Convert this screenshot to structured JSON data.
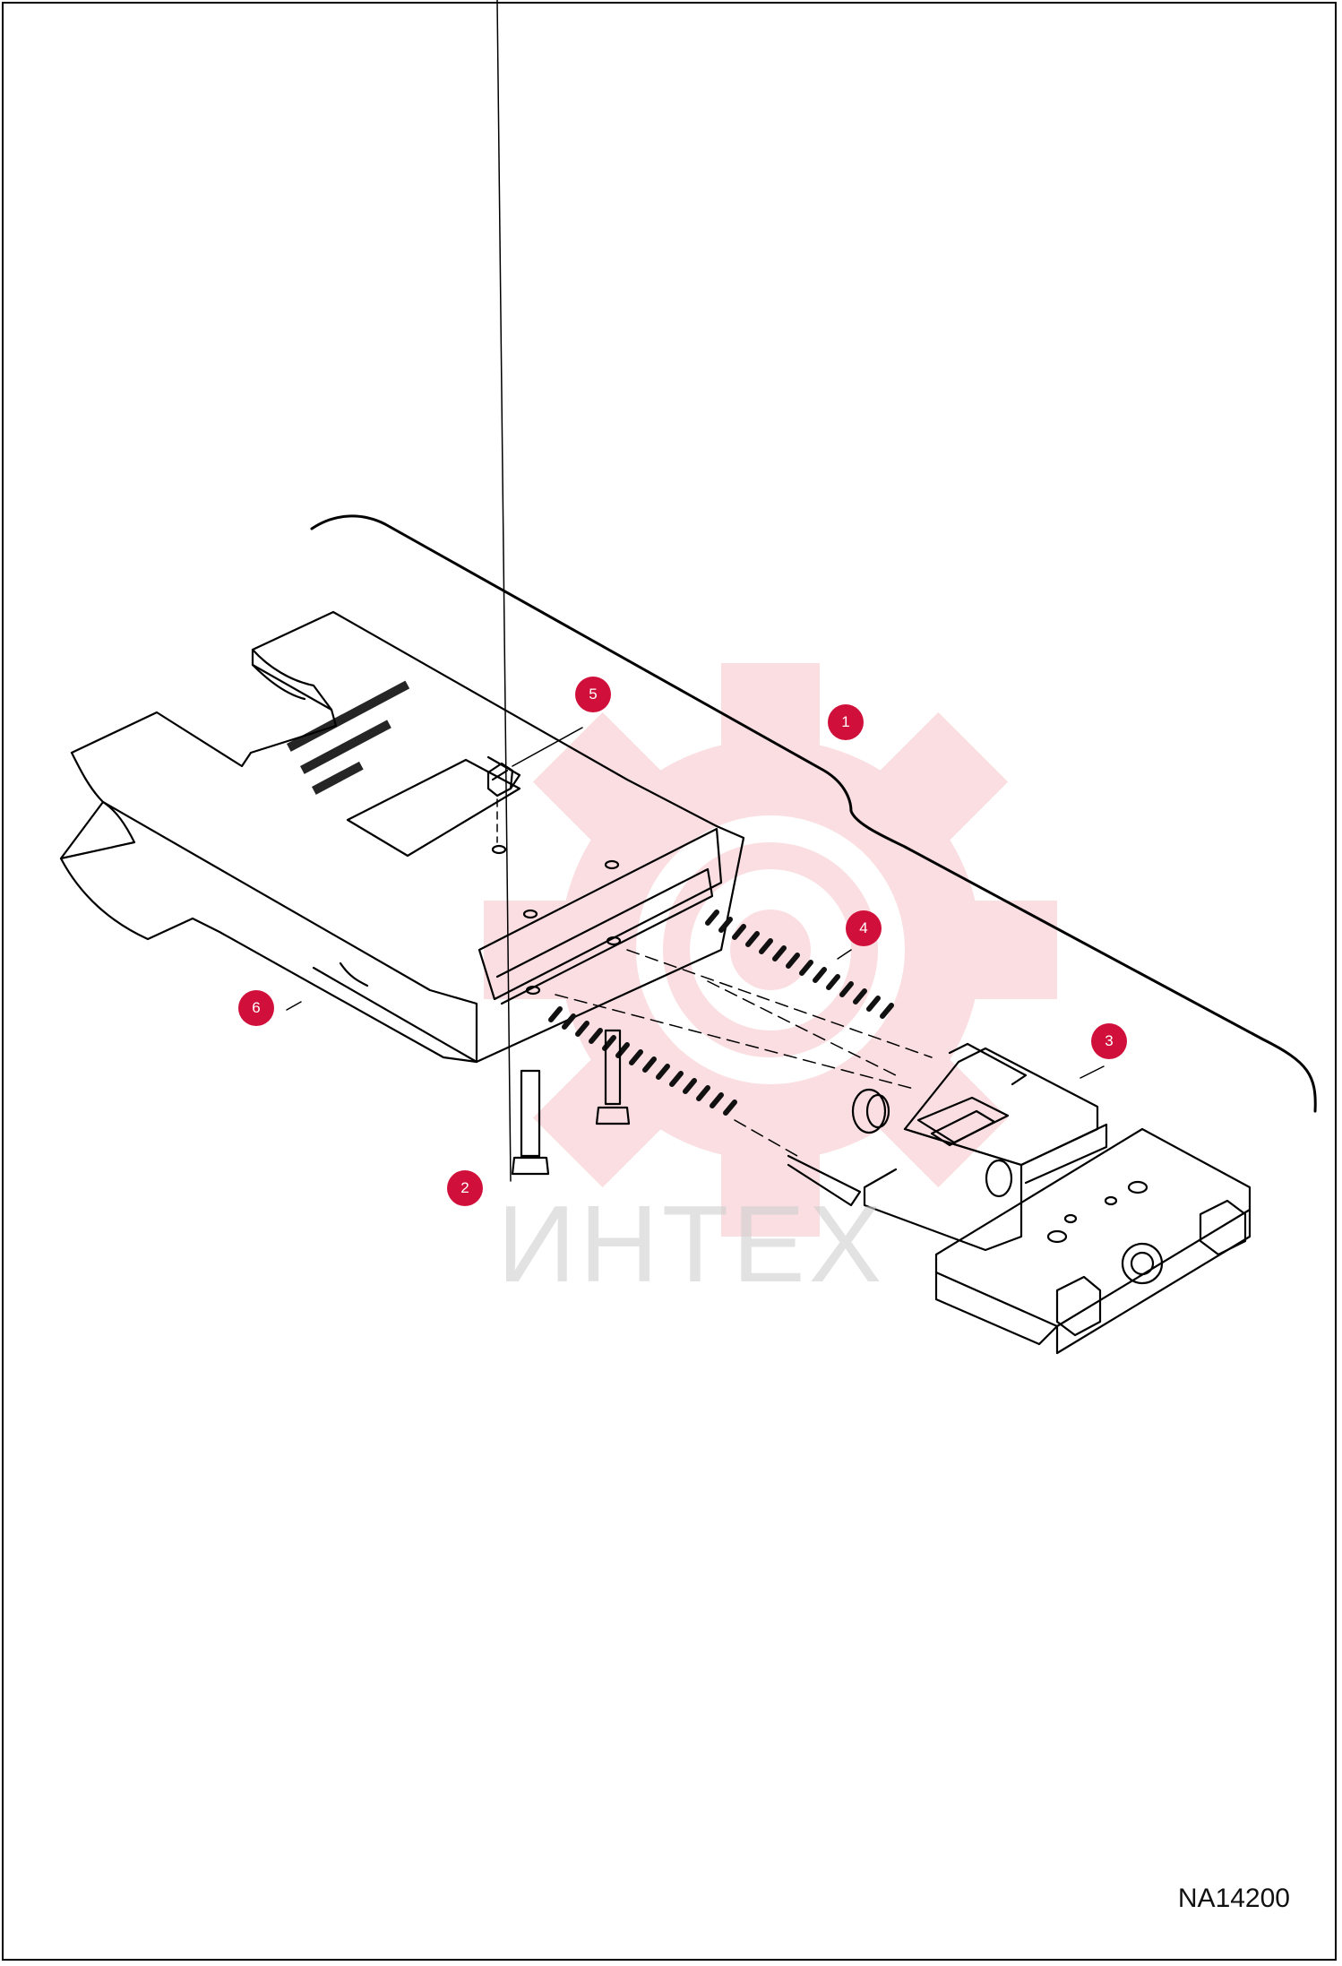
{
  "drawing": {
    "code": "NA14200",
    "watermark_text": "ИНТЕХ",
    "watermark_icon": "gear-target-icon"
  },
  "callouts": [
    {
      "number": "1"
    },
    {
      "number": "2"
    },
    {
      "number": "3"
    },
    {
      "number": "4"
    },
    {
      "number": "5"
    },
    {
      "number": "6"
    }
  ],
  "colors": {
    "callout_fill": "#d0103a",
    "line": "#000000",
    "watermark": "#f4b8be"
  }
}
